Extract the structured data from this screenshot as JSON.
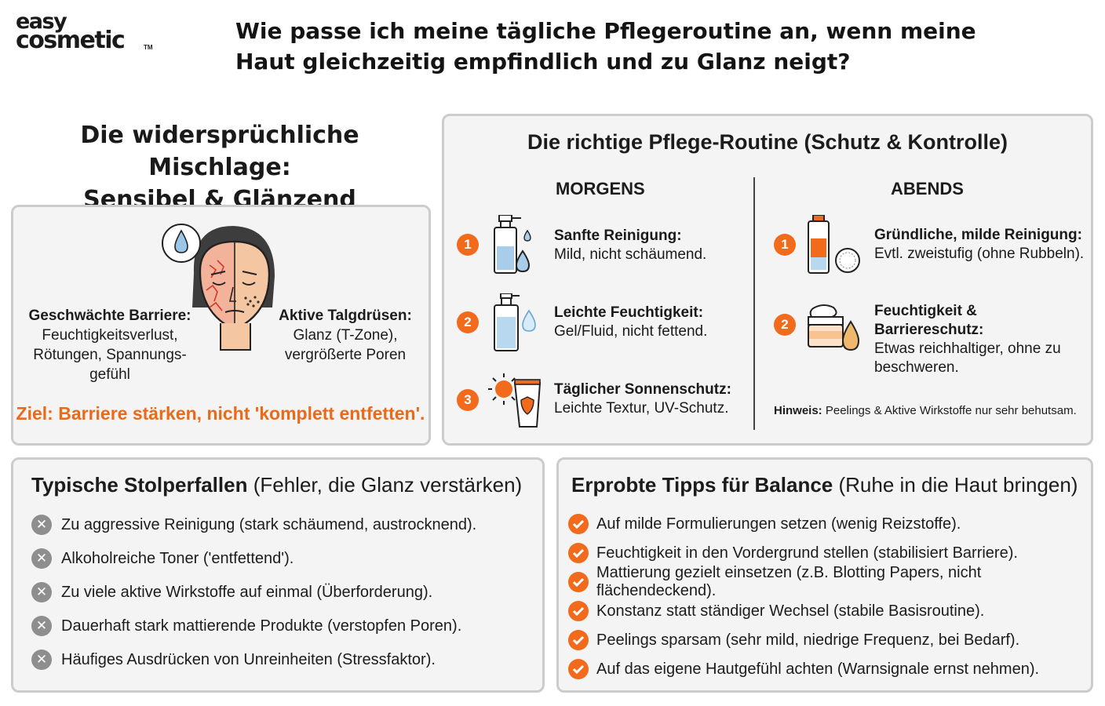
{
  "logo": {
    "line1": "easy",
    "line2": "cosmetic",
    "tm": "TM"
  },
  "title": {
    "line1": "Wie passe ich meine tägliche Pflegeroutine an, wenn meine",
    "line2": "Haut gleichzeitig empfindlich und zu Glanz neigt?"
  },
  "left_section": {
    "title_line1": "Die widersprüchliche Mischlage:",
    "title_line2": "Sensibel & Glänzend",
    "left_label": {
      "heading": "Geschwächte Barriere:",
      "text": "Feuchtigkeitsverlust, Rötungen, Spannungs-gefühl"
    },
    "right_label": {
      "heading": "Aktive Talgdrüsen:",
      "text": "Glanz (T-Zone), vergrößerte Poren"
    },
    "goal": "Ziel: Barriere stärken, nicht 'komplett entfetten'."
  },
  "routine": {
    "title": "Die richtige Pflege-Routine (Schutz & Kontrolle)",
    "morning": {
      "heading": "MORGENS",
      "steps": [
        {
          "num": "1",
          "heading": "Sanfte Reinigung:",
          "text": "Mild, nicht schäumend.",
          "icon": "foam-pump-bottle-icon"
        },
        {
          "num": "2",
          "heading": "Leichte Feuchtigkeit:",
          "text": "Gel/Fluid, nicht fettend.",
          "icon": "pump-bottle-droplet-icon"
        },
        {
          "num": "3",
          "heading": "Täglicher Sonnenschutz:",
          "text": "Leichte Textur, UV-Schutz.",
          "icon": "sun-sunscreen-icon"
        }
      ]
    },
    "evening": {
      "heading": "ABENDS",
      "steps": [
        {
          "num": "1",
          "heading": "Gründliche, milde Reinigung:",
          "text": "Evtl. zweistufig (ohne Rubbeln).",
          "icon": "cleanser-cotton-pad-icon"
        },
        {
          "num": "2",
          "heading": "Feuchtigkeit & Barriereschutz:",
          "text": "Etwas reichhaltiger, ohne zu beschweren.",
          "icon": "cream-jar-drop-icon"
        }
      ]
    },
    "hint_label": "Hinweis:",
    "hint_text": "Peelings & Aktive Wirkstoffe nur sehr behutsam."
  },
  "pitfalls": {
    "title_bold": "Typische Stolperfallen",
    "title_rest": "(Fehler, die Glanz verstärken)",
    "items": [
      "Zu aggressive Reinigung (stark schäumend, austrocknend).",
      "Alkoholreiche Toner ('entfettend').",
      "Zu viele aktive Wirkstoffe auf einmal (Überforderung).",
      "Dauerhaft stark mattierende Produkte (verstopfen Poren).",
      "Häufiges Ausdrücken von Unreinheiten (Stressfaktor)."
    ]
  },
  "tips": {
    "title_bold": "Erprobte Tipps für Balance",
    "title_rest": "(Ruhe in die Haut bringen)",
    "items": [
      "Auf milde Formulierungen setzen (wenig Reizstoffe).",
      "Feuchtigkeit in den Vordergrund stellen (stabilisiert Barriere).",
      "Mattierung gezielt einsetzen (z.B. Blotting Papers, nicht flächendeckend).",
      "Konstanz statt ständiger Wechsel (stabile Basisroutine).",
      "Peelings sparsam (sehr mild, niedrige Frequenz, bei Bedarf).",
      "Auf das eigene Hautgefühl achten (Warnsignale ernst nehmen)."
    ]
  },
  "colors": {
    "accent": "#f26b1d",
    "panel_bg": "#f4f4f4",
    "panel_border": "#cccccc",
    "x_icon": "#8e8e8e"
  }
}
